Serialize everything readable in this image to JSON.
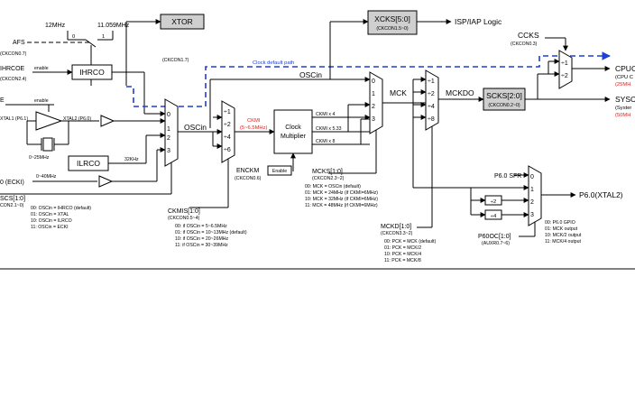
{
  "colors": {
    "line": "#000000",
    "accent_red": "#e02020",
    "path_blue": "#1f3fd6",
    "block_gray": "#cfcfcf"
  },
  "top": {
    "f12": "12MHz",
    "f11": "11.059MHz",
    "xtor": "XTOR",
    "afs": "AFS",
    "afs_reg": "(CKCON0.7)",
    "ihrcoe": "IHRCOE",
    "ihrcoe_reg": "(CKCON2.4)",
    "enable1": "enable",
    "ihrco": "IHRCO",
    "ckcon17": "(CKCON1.7)",
    "default_path": "Clock default path",
    "oscin_top": "OSCin",
    "xcks": "XCKS[5:0]",
    "xcks_reg": "(CKCON1.5~0)",
    "isp": "ISP/IAP Logic",
    "sw1": "1",
    "sw0": "0"
  },
  "left": {
    "e_label": "E",
    "enable2": "enable",
    "xtal1": "XTAL1 (P6.1)",
    "xtal2": "XTAL2 (P6.0)",
    "range_25": "0~25MHz",
    "ilrco": "ILRCO",
    "k32": "32KHz",
    "ecki": "0 (ECKI)",
    "range_40": "0~40MHz",
    "scs": "SCS[1:0]",
    "scs_reg": "CON2.1~0)",
    "scs_opts": [
      "00: OSCin = IHRCO (default)",
      "01: OSCin = XTAL",
      "10: OSCin = ILRCO",
      "11: OSCin = ECKI"
    ],
    "mux_in": [
      "0",
      "1",
      "2",
      "3"
    ],
    "oscin": "OSCin"
  },
  "ckmi": {
    "div": [
      "÷1",
      "÷2",
      "÷4",
      "÷6"
    ],
    "ckmi_label": "CKMI",
    "ckmi_range": "(5~6.5MHz)",
    "clock_multiplier": [
      "Clock",
      "Multiplier"
    ],
    "encmk": "ENCKM",
    "encmk_reg": "(CKCON0.6)",
    "enable3": "Enable",
    "ckmi_x": [
      "CKMI x 4",
      "CKMI x 5.33",
      "CKMI x 8"
    ],
    "ckmis": "CKMIS[1:0]",
    "ckmis_reg": "(CKCON0.5~4)",
    "ckmis_opts": [
      "00: if OSCin = 5~6.5MHz",
      "01: if OSCin = 10~13MHz (default)",
      "10: if OSCin = 20~26MHz",
      "11: if OSCin = 30~39MHz"
    ]
  },
  "mck": {
    "mux_in": [
      "0",
      "1",
      "2",
      "3"
    ],
    "mck": "MCK",
    "mcks": "MCKS[1:0]",
    "mcks_reg": "(CKCON2.3~2)",
    "mcks_opts": [
      "00: MCK = OSCin (default)",
      "01: MCK = 24MHz (if CKMI=6MHz)",
      "10: MCK = 32MHz (if CKMI=6MHz)",
      "11: MCK = 48MHz (if CKMI=6MHz)"
    ],
    "div": [
      "÷1",
      "÷2",
      "÷4",
      "÷8"
    ],
    "mckdo": "MCKDO",
    "mckd": "MCKD[1:0]",
    "mckd_reg": "(CKCON3.3~2)",
    "mckd_opts": [
      "00: PCK = MCK (default)",
      "01: PCK = MCK/2",
      "10: PCK = MCK/4",
      "11: PCK = MCK/8"
    ]
  },
  "right": {
    "scks": "SCKS[2:0]",
    "scks_reg": "(CKCON0.2~0)",
    "ccks": "CCKS",
    "ccks_reg": "(CKCON0.3)",
    "cdiv": [
      "÷1",
      "÷2"
    ],
    "cpuc": "CPUC",
    "cpu_sub": "(CPU C",
    "cpu_freq": "(25MH",
    "sysc": "SYSC",
    "sys_sub": "(Syster",
    "sys_freq": "(50MH",
    "p60_sfr": "P6.0 SFR",
    "div2": "÷2",
    "div4": "÷4",
    "p60xtal": "P6.0(XTAL2)",
    "p60_mux_in": [
      "0",
      "1",
      "2",
      "3"
    ],
    "p60oc": "P60OC[1:0]",
    "p60oc_reg": "(AUXR0.7~6)",
    "p60oc_opts": [
      "00: P6.0 GPIO",
      "01: MCK output",
      "10: MCK/2 output",
      "11: MCK/4 output"
    ]
  }
}
